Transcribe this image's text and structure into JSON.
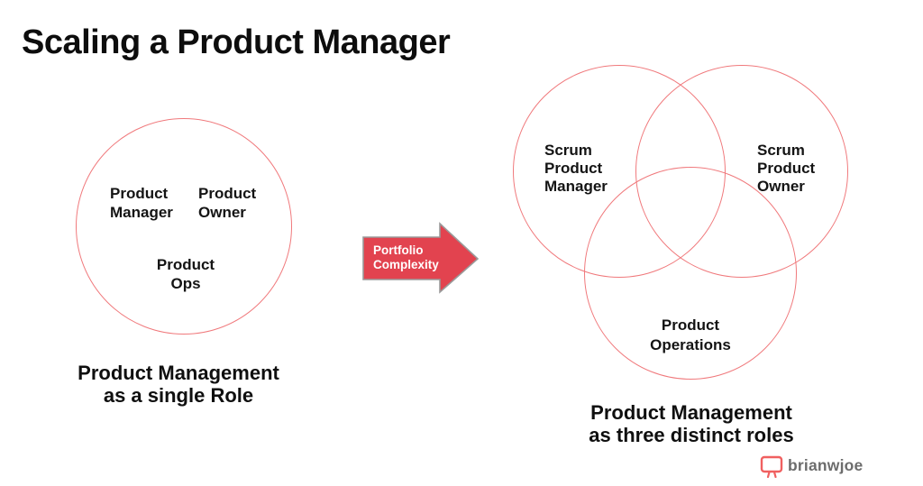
{
  "slide": {
    "title": "Scaling a Product Manager"
  },
  "colors": {
    "circle_stroke": "#f0797c",
    "arrow_fill": "#e2434f",
    "arrow_border": "#9a9a9a",
    "arrow_text": "#ffffff",
    "logo_red": "#f06060",
    "logo_text_gray": "#6c6c6c",
    "text_black": "#0f0f0f"
  },
  "single_role_diagram": {
    "labels": {
      "product_manager": "Product\nManager",
      "product_owner": "Product\nOwner",
      "product_ops": "Product\nOps"
    },
    "caption": "Product Management\nas a single Role"
  },
  "arrow": {
    "label": "Portfolio\nComplexity"
  },
  "three_roles_diagram": {
    "labels": {
      "scrum_product_manager": "Scrum\nProduct\nManager",
      "scrum_product_owner": "Scrum\nProduct\nOwner",
      "product_operations": "Product\nOperations"
    },
    "caption": "Product Management\nas three distinct roles"
  },
  "footer": {
    "brand": "brianwjoe",
    "logo_icon": "easel-whiteboard-icon"
  }
}
